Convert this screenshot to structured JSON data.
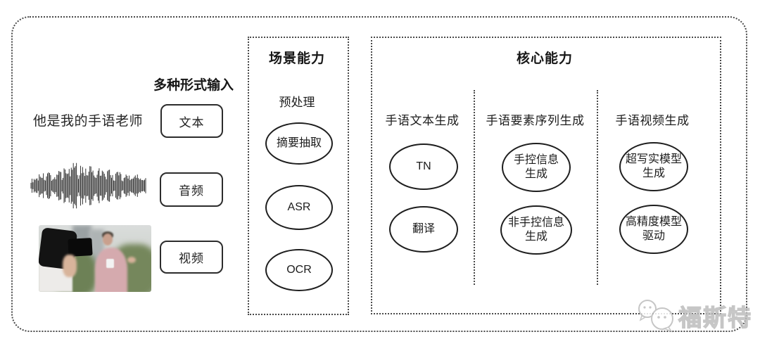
{
  "input_section": {
    "title": "多种形式输入",
    "sample_text": "他是我的手语老师",
    "items": [
      {
        "label": "文本"
      },
      {
        "label": "音频"
      },
      {
        "label": "视频"
      }
    ]
  },
  "scene_box": {
    "title": "场景能力",
    "subtitle": "预处理",
    "nodes": [
      "摘要抽取",
      "ASR",
      "OCR"
    ]
  },
  "core_box": {
    "title": "核心能力",
    "columns": [
      {
        "header": "手语文本生成",
        "nodes": [
          "TN",
          "翻译"
        ]
      },
      {
        "header": "手语要素序列生成",
        "nodes": [
          "手控信息\n生成",
          "非手控信息\n生成"
        ]
      },
      {
        "header": "手语视频生成",
        "nodes": [
          "超写实模型\n生成",
          "高精度模型\n驱动"
        ]
      }
    ]
  },
  "watermark": {
    "text": "福斯特"
  },
  "colors": {
    "line": "#2c2c2c",
    "dotted_border": "#4a4a4a",
    "text": "#1c1c1c",
    "watermark": "#c4c4c4",
    "background": "#ffffff"
  }
}
